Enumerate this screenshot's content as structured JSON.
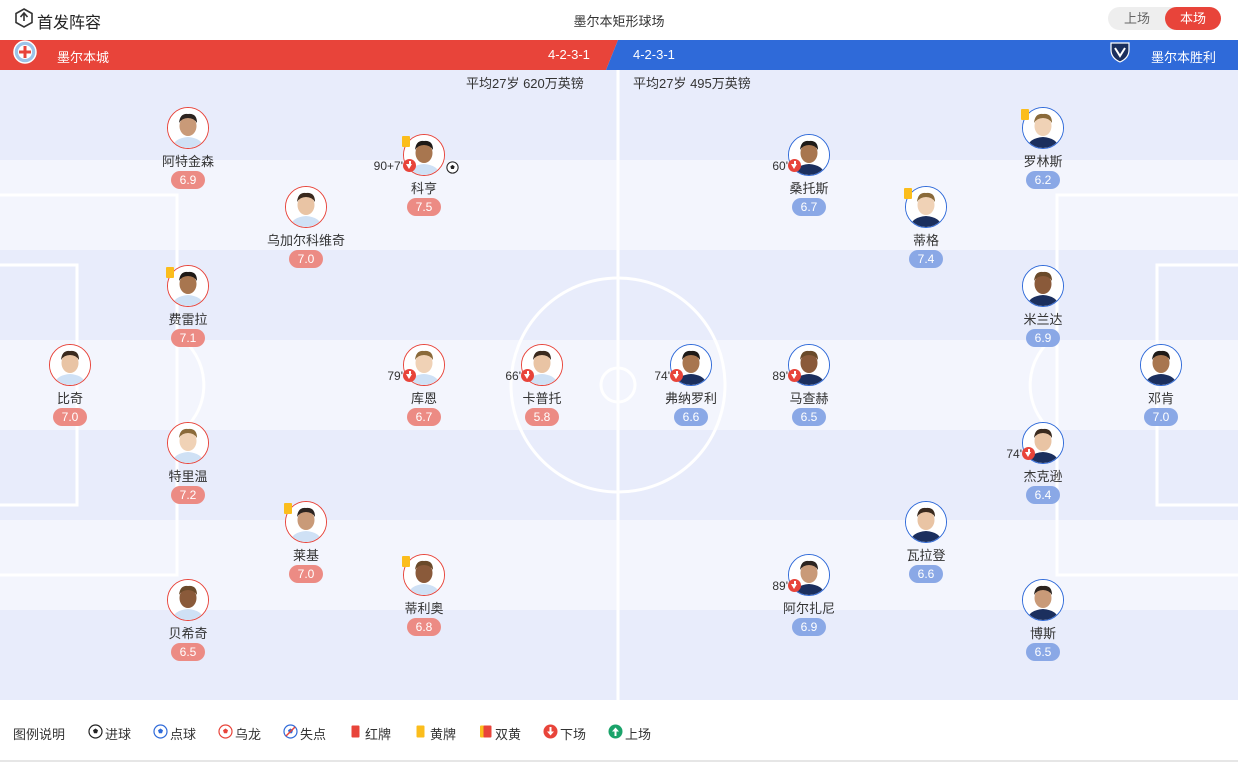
{
  "header": {
    "title": "首发阵容",
    "venue": "墨尔本矩形球场",
    "toggle": [
      {
        "label": "上场",
        "active": false
      },
      {
        "label": "本场",
        "active": true
      }
    ]
  },
  "home": {
    "name": "墨尔本城",
    "formation": "4-2-3-1",
    "avg": "平均27岁 620万英镑",
    "color": "#e8443a",
    "players": [
      {
        "name": "比奇",
        "rating": "7.0"
      },
      {
        "name": "阿特金森",
        "rating": "6.9"
      },
      {
        "name": "费雷拉",
        "rating": "7.1",
        "yellow": true
      },
      {
        "name": "特里温",
        "rating": "7.2"
      },
      {
        "name": "贝希奇",
        "rating": "6.5"
      },
      {
        "name": "乌加尔科维奇",
        "rating": "7.0"
      },
      {
        "name": "莱基",
        "rating": "7.0",
        "yellow": true
      },
      {
        "name": "科亨",
        "rating": "7.5",
        "yellow": true,
        "sub": true,
        "minute": "90+7'",
        "goal": true
      },
      {
        "name": "库恩",
        "rating": "6.7",
        "sub": true,
        "minute": "79'"
      },
      {
        "name": "蒂利奥",
        "rating": "6.8",
        "yellow": true
      },
      {
        "name": "卡普托",
        "rating": "5.8",
        "sub": true,
        "minute": "66'"
      }
    ]
  },
  "away": {
    "name": "墨尔本胜利",
    "formation": "4-2-3-1",
    "avg": "平均27岁 495万英镑",
    "color": "#2f6ad9",
    "players": [
      {
        "name": "邓肯",
        "rating": "7.0"
      },
      {
        "name": "罗林斯",
        "rating": "6.2",
        "yellow": true
      },
      {
        "name": "米兰达",
        "rating": "6.9"
      },
      {
        "name": "杰克逊",
        "rating": "6.4",
        "sub": true,
        "minute": "74'"
      },
      {
        "name": "博斯",
        "rating": "6.5"
      },
      {
        "name": "桑托斯",
        "rating": "6.7",
        "sub": true,
        "minute": "60'"
      },
      {
        "name": "蒂格",
        "rating": "7.4",
        "yellow": true
      },
      {
        "name": "马查赫",
        "rating": "6.5",
        "sub": true,
        "minute": "89'"
      },
      {
        "name": "瓦拉登",
        "rating": "6.6"
      },
      {
        "name": "阿尔扎尼",
        "rating": "6.9",
        "sub": true,
        "minute": "89'"
      },
      {
        "name": "弗纳罗利",
        "rating": "6.6",
        "sub": true,
        "minute": "74'"
      }
    ]
  },
  "legend": {
    "title": "图例说明",
    "items": [
      {
        "icon": "goal-icon",
        "label": "进球"
      },
      {
        "icon": "penalty-icon",
        "label": "点球"
      },
      {
        "icon": "own-goal-icon",
        "label": "乌龙"
      },
      {
        "icon": "missed-penalty-icon",
        "label": "失点"
      },
      {
        "icon": "red-card-icon",
        "label": "红牌"
      },
      {
        "icon": "yellow-card-icon",
        "label": "黄牌"
      },
      {
        "icon": "second-yellow-icon",
        "label": "双黄"
      },
      {
        "icon": "sub-off-icon",
        "label": "下场"
      },
      {
        "icon": "sub-on-icon",
        "label": "上场"
      }
    ]
  }
}
